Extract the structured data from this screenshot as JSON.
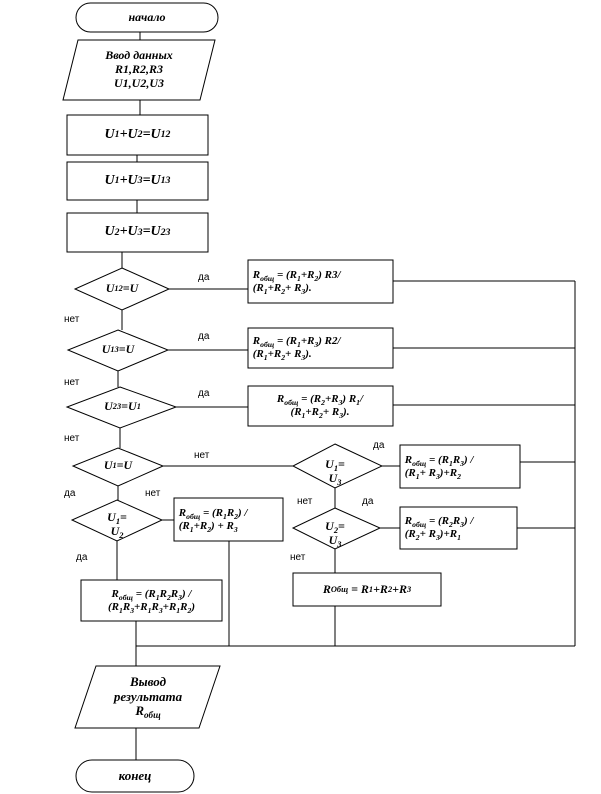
{
  "start": "начало",
  "input": [
    "Ввод данных",
    "R1,R2,R3",
    "U1,U2,U3"
  ],
  "calc": [
    {
      "a": "U",
      "as": "1",
      "op": "+U",
      "bs": "2",
      "eq": "=U",
      "rs": "12"
    },
    {
      "a": "U",
      "as": "1",
      "op": "+U",
      "bs": "3",
      "eq": "=U",
      "rs": "13"
    },
    {
      "a": "U",
      "as": "2",
      "op": "+U",
      "bs": "3",
      "eq": "=U",
      "rs": "23"
    }
  ],
  "labels": {
    "yes": "да",
    "no": "нет"
  },
  "output": [
    "Вывод",
    "результата",
    "R",
    "общ"
  ],
  "end": "конец"
}
